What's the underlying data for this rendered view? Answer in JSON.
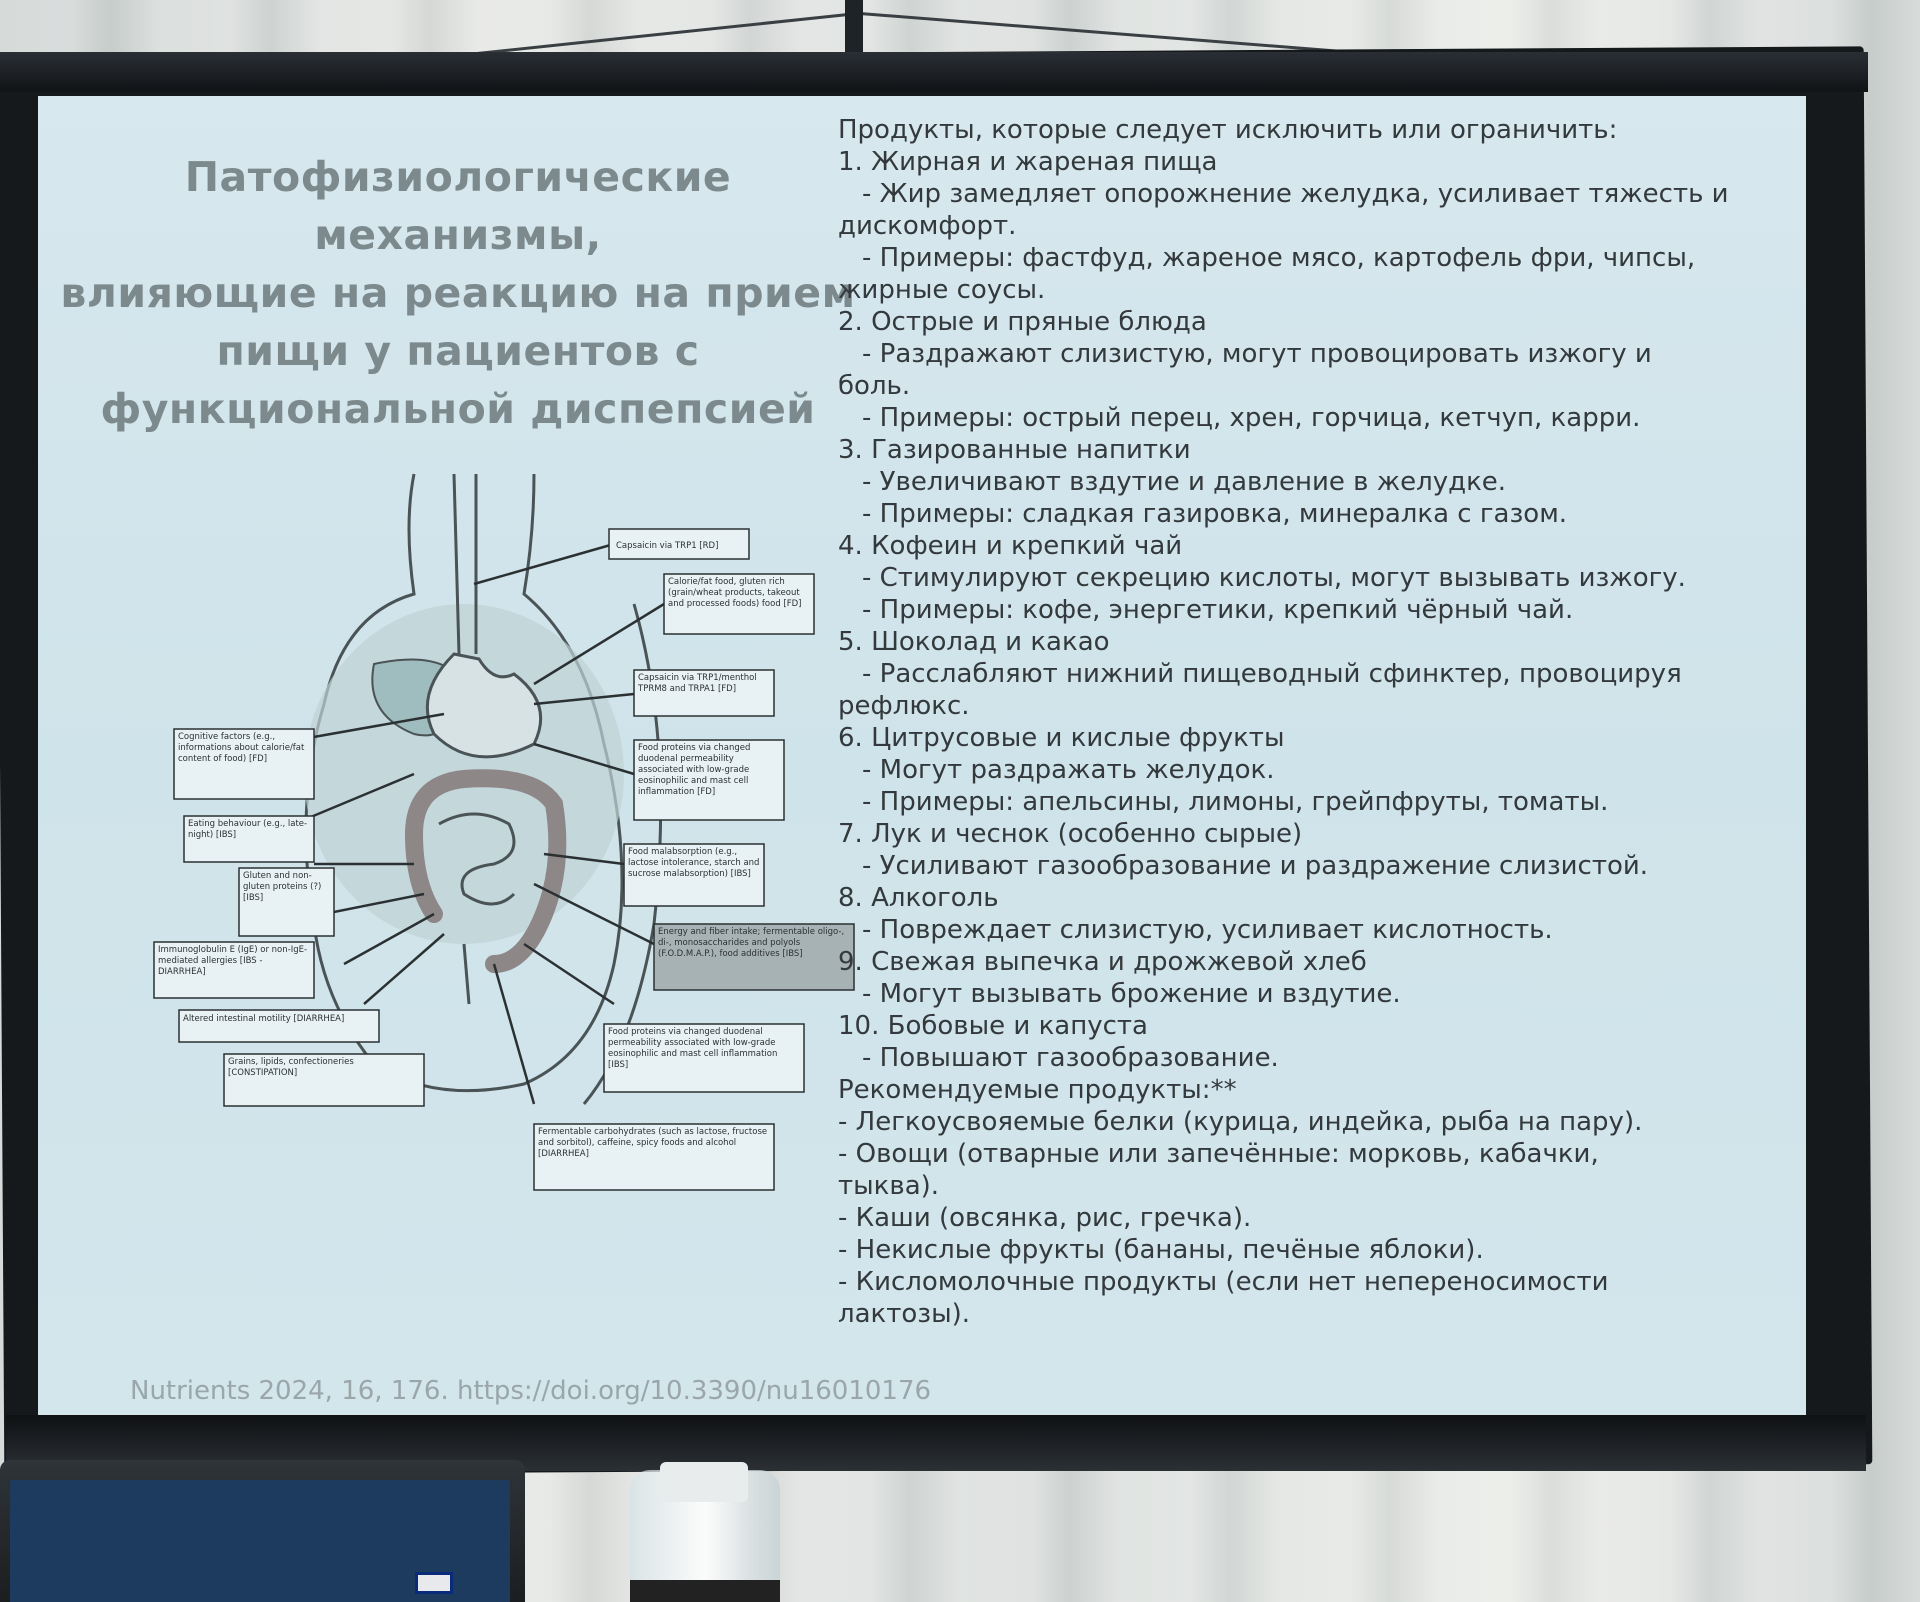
{
  "slide": {
    "title_lines": [
      "Патофизиологические механизмы,",
      "влияющие на реакцию на прием",
      "пищи у пациентов с",
      "функциональной диспепсией"
    ],
    "right_lines": [
      "Продукты, которые следует исключить или ограничить:",
      "1. Жирная и жареная пища",
      "- Жир замедляет опорожнение желудка, усиливает тяжесть и",
      "дискомфорт.",
      "- Примеры: фастфуд, жареное мясо, картофель фри, чипсы,",
      "жирные соусы.",
      "2. Острые и пряные блюда",
      "- Раздражают слизистую, могут провоцировать изжогу и",
      "боль.",
      "- Примеры: острый перец, хрен, горчица, кетчуп, карри.",
      "3. Газированные напитки",
      "- Увеличивают вздутие и давление в желудке.",
      "- Примеры: сладкая газировка, минералка с газом.",
      "4. Кофеин и крепкий чай",
      "- Стимулируют секрецию кислоты, могут вызывать изжогу.",
      "- Примеры: кофе, энергетики, крепкий чёрный чай.",
      "5. Шоколад и какао",
      "- Расслабляют нижний пищеводный сфинктер, провоцируя",
      "рефлюкс.",
      "6. Цитрусовые и кислые фрукты",
      "- Могут раздражать желудок.",
      "- Примеры: апельсины, лимоны, грейпфруты, томаты.",
      "7. Лук и чеснок (особенно сырые)",
      "- Усиливают газообразование и раздражение слизистой.",
      "8. Алкоголь",
      "- Повреждает слизистую, усиливает кислотность.",
      "9. Свежая выпечка и дрожжевой хлеб",
      "- Могут вызывать брожение и вздутие.",
      "10. Бобовые и капуста",
      "- Повышают газообразование.",
      "Рекомендуемые продукты:**",
      "- Легкоусвояемые белки (курица, индейка, рыба на пару).",
      "- Овощи (отварные или запечённые: морковь, кабачки,",
      "тыква).",
      "- Каши (овсянка, рис, гречка).",
      "- Некислые фрукты (бананы, печёные яблоки).",
      "- Кисломолочные продукты (если нет непереносимости",
      "лактозы)."
    ],
    "diagram_labels": [
      "Capsaicin via TRP1 [RD]",
      "Calorie/fat food, gluten rich (grain/wheat products, takeout and processed foods) food [FD]",
      "Capsaicin via TRP1/menthol TPRM8 and TRPA1 [FD]",
      "Food proteins via changed duodenal permeability associated with low-grade eosinophilic and mast cell inflammation [FD]",
      "Food malabsorption (e.g., lactose intolerance, starch and sucrose malabsorption) [IBS]",
      "Energy and fiber intake; fermentable oligo-, di-, monosaccharides and polyols (F.O.D.M.A.P.), food additives [IBS]",
      "Food proteins via changed duodenal permeability associated with low-grade eosinophilic and mast cell inflammation [IBS]",
      "Fermentable carbohydrates (such as lactose, fructose and sorbitol), caffeine, spicy foods and alcohol [DIARRHEA]",
      "Cognitive factors (e.g., informations about calorie/fat content of food) [FD]",
      "Eating behaviour (e.g., late-night) [IBS]",
      "Gluten and non-gluten proteins (?) [IBS]",
      "Immunoglobulin E (IgE) or non-IgE-mediated allergies [IBS - DIARRHEA]",
      "Altered intestinal motility [DIARRHEA]",
      "Grains, lipids, confectioneries [CONSTIPATION]"
    ],
    "citation": "Nutrients 2024, 16, 176. https://doi.org/10.3390/nu16010176"
  }
}
